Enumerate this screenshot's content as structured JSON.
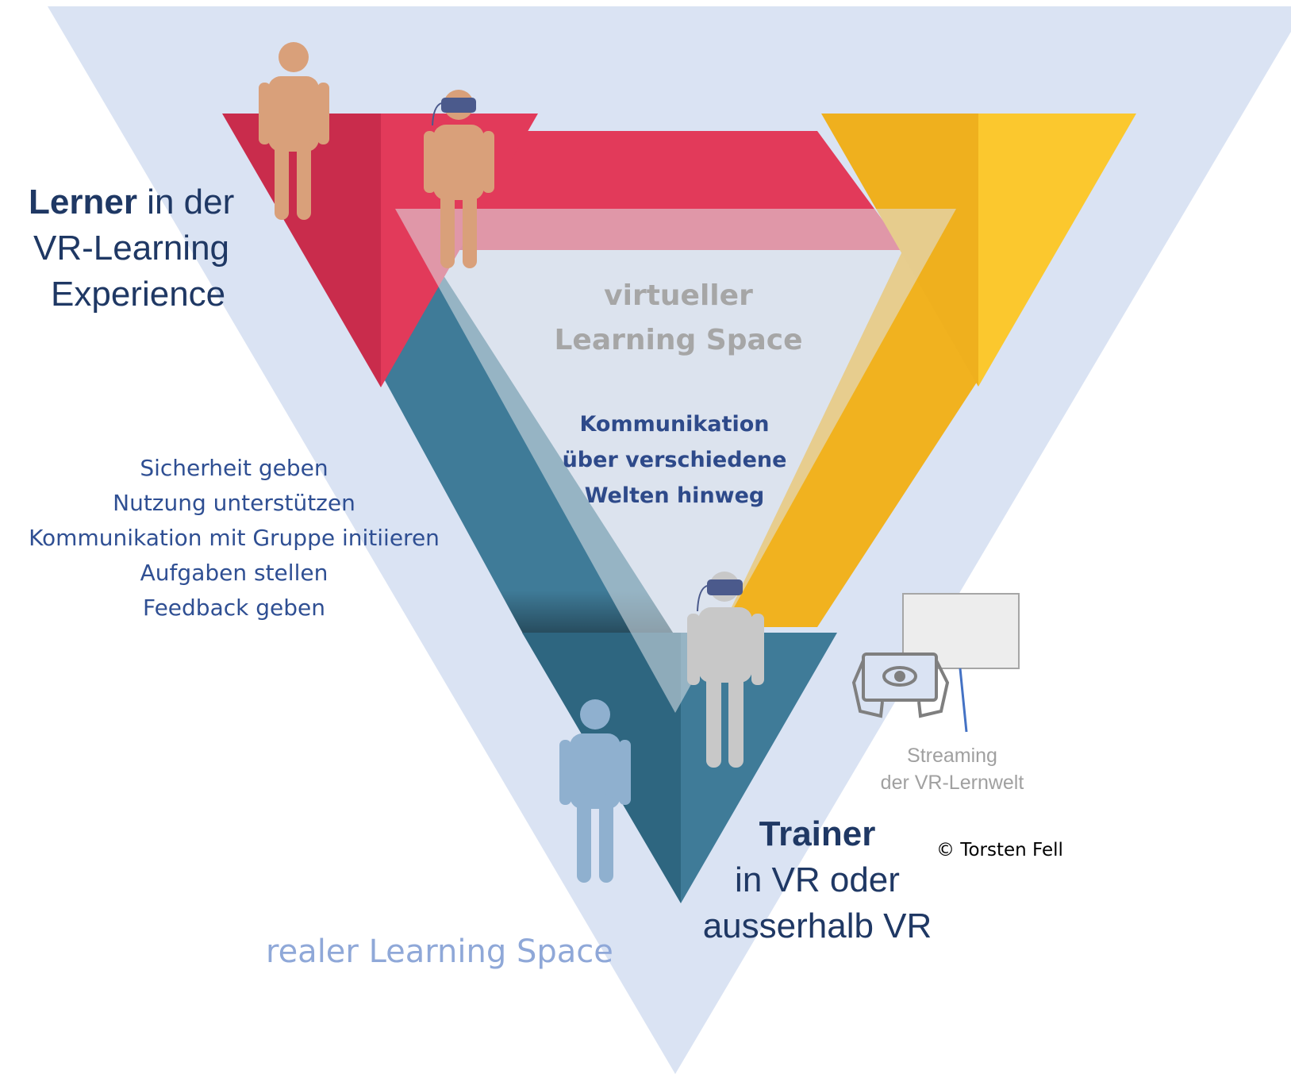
{
  "learner": {
    "title_bold": "Lerner",
    "title_rest": " in der",
    "line2": "VR-Learning",
    "line3": "Experience"
  },
  "virtual_space": {
    "line1": "virtueller",
    "line2": "Learning Space"
  },
  "communication": {
    "line1": "Kommunikation",
    "line2": "über verschiedene",
    "line3": "Welten hinweg"
  },
  "trainer_roles": [
    "Sicherheit geben",
    "Nutzung unterstützen",
    "Kommunikation mit Gruppe initiieren",
    "Aufgaben stellen",
    "Feedback geben"
  ],
  "streaming": {
    "line1": "Streaming",
    "line2": "der VR-Lernwelt"
  },
  "trainer": {
    "title_bold": "Trainer",
    "line2": "in VR oder",
    "line3": "ausserhalb VR"
  },
  "copyright": "© Torsten Fell",
  "real_space": "realer Learning Space",
  "colors": {
    "background_triangle": "#dae3f3",
    "red": "#e23a5a",
    "red_dark": "#c92c4c",
    "yellow": "#f7bc22",
    "yellow_dark": "#efb01e",
    "teal": "#3f7b98",
    "teal_dark": "#2e6680",
    "skin": "#d9a07a",
    "grey_figure": "#c8c8c8",
    "blue_figure": "#8fb0cf",
    "headset": "#4b5a8c"
  },
  "icons": [
    "person-icon",
    "vr-headset-icon",
    "tablet-eye-icon",
    "screen-icon"
  ]
}
